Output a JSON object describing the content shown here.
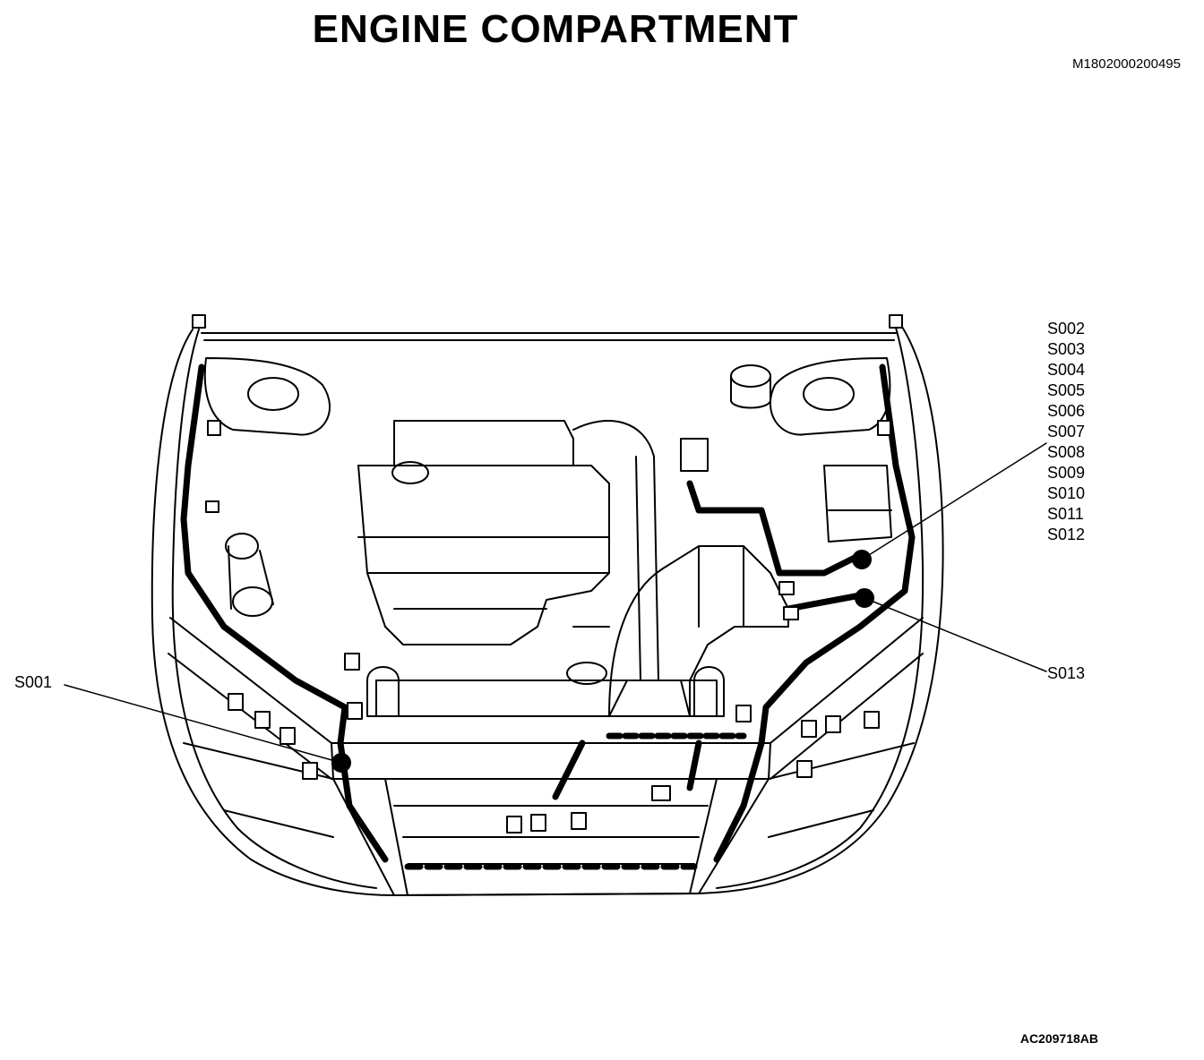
{
  "title": "ENGINE COMPARTMENT",
  "document_id": "M1802000200495",
  "figure_id": "AC209718AB",
  "splice_labels": {
    "left": "S001",
    "right_group": [
      "S002",
      "S003",
      "S004",
      "S005",
      "S006",
      "S007",
      "S008",
      "S009",
      "S010",
      "S011",
      "S012"
    ],
    "right_single": "S013"
  },
  "colors": {
    "ink": "#000000",
    "paper": "#ffffff"
  }
}
